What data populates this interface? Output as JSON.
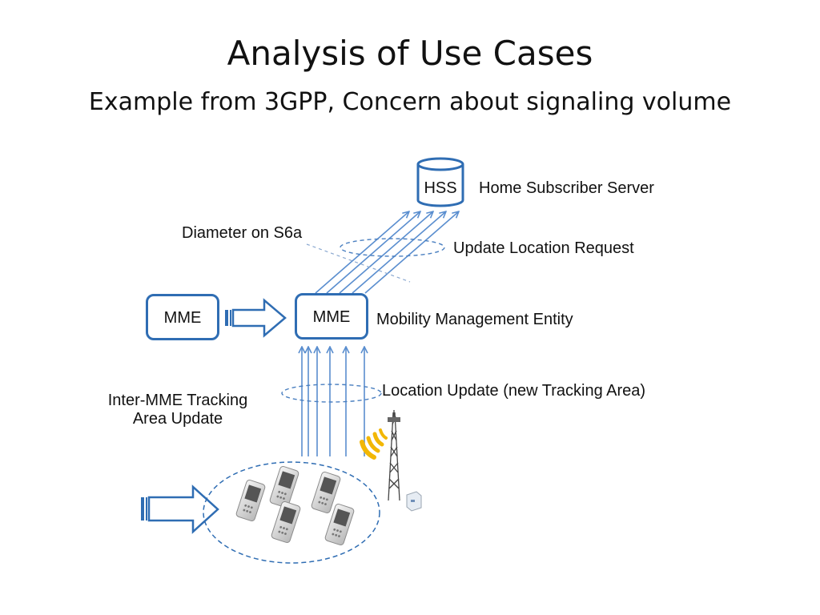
{
  "title": "Analysis of Use Cases",
  "subtitle": "Example from 3GPP, Concern about signaling volume",
  "nodes": {
    "hss": "HSS",
    "mme_source": "MME",
    "mme_target": "MME"
  },
  "labels": {
    "hss_desc": "Home Subscriber Server",
    "diameter": "Diameter on S6a",
    "update_location": "Update Location Request",
    "mme_desc": "Mobility Management Entity",
    "location_update": "Location Update (new Tracking Area)",
    "inter_mme_line1": "Inter-MME Tracking",
    "inter_mme_line2": "Area Update"
  },
  "colors": {
    "accent": "#2f6db3",
    "arrow": "#5a8ecf",
    "signal": "#f2b705"
  },
  "icons": [
    "database-icon",
    "cell-tower-icon",
    "signal-waves-icon",
    "mobile-phone-icon",
    "block-arrow-icon"
  ]
}
